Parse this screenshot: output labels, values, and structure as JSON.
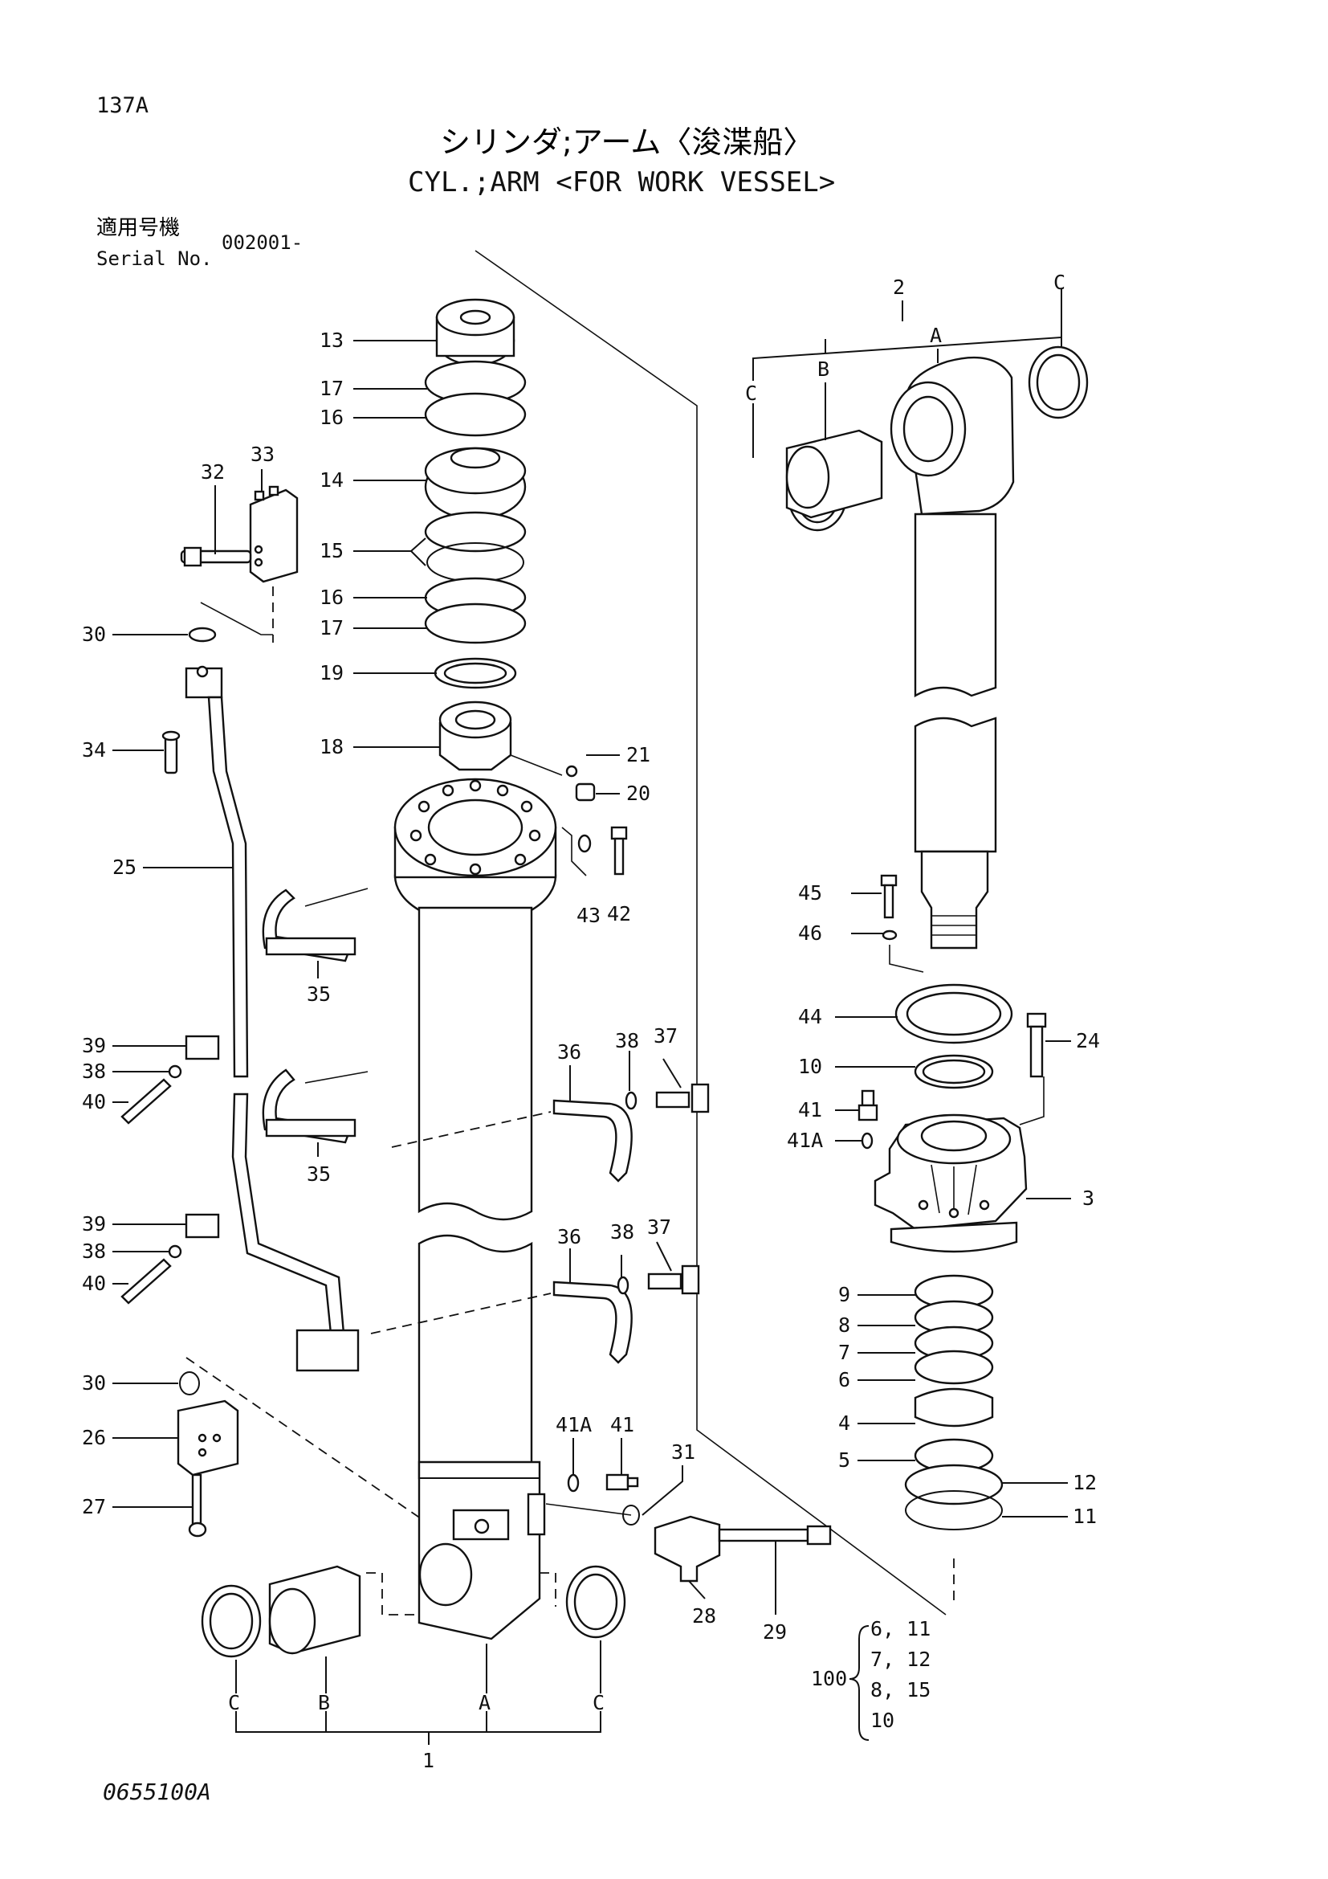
{
  "page_code": "137A",
  "title_jp": "シリンダ;アーム〈浚渫船〉",
  "title_en": "CYL.;ARM <FOR WORK VESSEL>",
  "applicable_label_jp": "適用号機",
  "serial_label": "Serial No.",
  "serial_value": "002001-",
  "drawing_number": "0655100A",
  "callouts": {
    "c1": "1",
    "c2": "2",
    "c3": "3",
    "c4": "4",
    "c5": "5",
    "c6": "6",
    "c7": "7",
    "c8": "8",
    "c9": "9",
    "c10a": "10",
    "c11": "11",
    "c12": "12",
    "c13": "13",
    "c14": "14",
    "c15": "15",
    "c16a": "16",
    "c16b": "16",
    "c17a": "17",
    "c17b": "17",
    "c18": "18",
    "c19": "19",
    "c20": "20",
    "c21": "21",
    "c24": "24",
    "c25": "25",
    "c26": "26",
    "c27": "27",
    "c28": "28",
    "c29": "29",
    "c30a": "30",
    "c30b": "30",
    "c31": "31",
    "c32": "32",
    "c33": "33",
    "c34": "34",
    "c35a": "35",
    "c35b": "35",
    "c36a": "36",
    "c36b": "36",
    "c37a": "37",
    "c37b": "37",
    "c38a": "38",
    "c38b": "38",
    "c38c": "38",
    "c38d": "38",
    "c39a": "39",
    "c39b": "39",
    "c40a": "40",
    "c40b": "40",
    "c41a": "41",
    "c41Aa": "41A",
    "c41b": "41",
    "c41Ab": "41A",
    "c42": "42",
    "c43": "43",
    "c44": "44",
    "c45": "45",
    "c46": "46",
    "lA1": "A",
    "lB1": "B",
    "lC1": "C",
    "lA2": "A",
    "lB2": "B",
    "lC2a": "C",
    "lC2b": "C",
    "lC1b": "C"
  },
  "kit": {
    "number": "100",
    "rows": [
      "6, 11",
      "7, 12",
      "8, 15",
      "10"
    ]
  }
}
